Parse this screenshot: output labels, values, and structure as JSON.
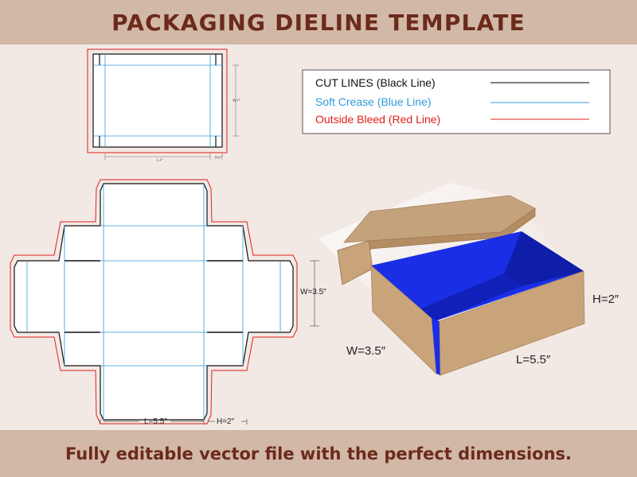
{
  "header": {
    "title": "PACKAGING DIELINE TEMPLATE"
  },
  "legend": {
    "items": [
      {
        "label": "CUT LINES (Black Line)",
        "color": "#000000"
      },
      {
        "label": "Soft Crease (Blue Line)",
        "color": "#2f9bdb"
      },
      {
        "label": "Outside Bleed (Red Line)",
        "color": "#e0201a"
      }
    ]
  },
  "small_dieline": {
    "width_label": "W+*",
    "length_label": "L+*",
    "height_label": "H+*"
  },
  "main_dieline": {
    "width_label": "W=3.5″",
    "length_label": "L=5.5″",
    "height_label": "H=2″"
  },
  "box_3d": {
    "width_label": "W=3.5″",
    "length_label": "L=5.5″",
    "height_label": "H=2″",
    "colors": {
      "kraft": "#c9a47a",
      "kraft_dark": "#b58d63",
      "interior": "#1a2ee6"
    }
  },
  "footer": {
    "text": "Fully editable vector file with the perfect dimensions."
  }
}
